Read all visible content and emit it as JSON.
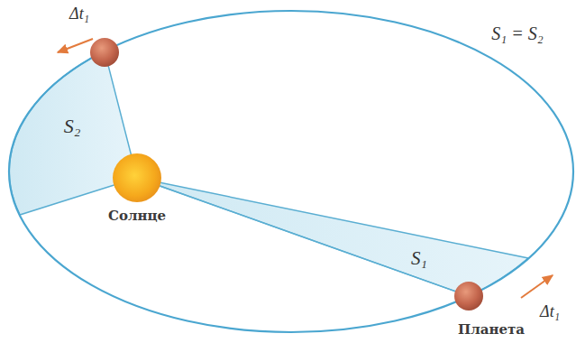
{
  "diagram": {
    "nodes": [
      {
        "text": [
          "Солнце"
        ]
      },
      {
        "text": [
          "Планета"
        ]
      }
    ],
    "edges": [
      {
        "from": 0,
        "to": 1,
        "arrow": "none"
      }
    ],
    "labels": [
      "Δt₁",
      "S₁ = S₂",
      "S₂",
      "S₁",
      "Δt₁"
    ]
  }
}
